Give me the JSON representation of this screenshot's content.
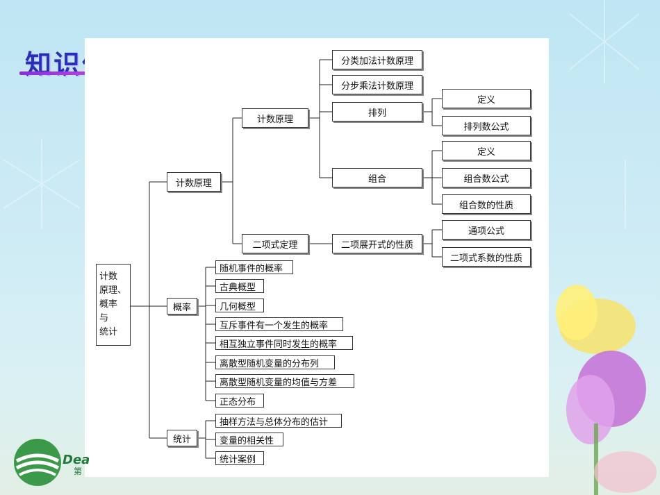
{
  "title": "知识体系",
  "root_label": "计数\n原理、\n概率\n与\n统计",
  "branches": {
    "counting": {
      "label": "计数原理",
      "principles": {
        "label": "计数原理",
        "items": [
          "分类加法计数原理",
          "分步乘法计数原理"
        ],
        "permutation": {
          "label": "排列",
          "children": [
            "定义",
            "排列数公式"
          ]
        },
        "combination": {
          "label": "组合",
          "children": [
            "定义",
            "组合数公式",
            "组合数的性质"
          ]
        }
      },
      "binomial": {
        "label": "二项式定理",
        "expansion": {
          "label": "二项展开式的性质",
          "children": [
            "通项公式",
            "二项式系数的性质"
          ]
        }
      }
    },
    "probability": {
      "label": "概率",
      "items": [
        "随机事件的概率",
        "古典概型",
        "几何概型",
        "互斥事件有一个发生的概率",
        "相互独立事件同时发生的概率",
        "离散型随机变量的分布列",
        "离散型随机变量的均值与方差",
        "正态分布"
      ]
    },
    "statistics": {
      "label": "统计",
      "items": [
        "抽样方法与总体分布的估计",
        "变量的相关性",
        "统计案例"
      ]
    }
  },
  "logo": {
    "text": "Dea",
    "sub": "第"
  },
  "colors": {
    "title": "#2a2fb8",
    "background": "#cdebf5",
    "logo": "#1f7a3c"
  }
}
